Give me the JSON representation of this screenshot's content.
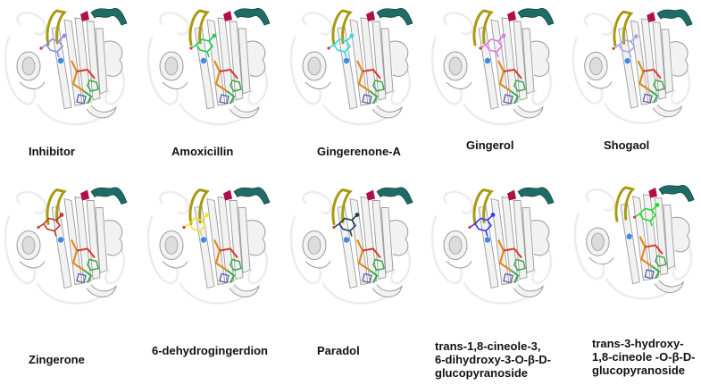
{
  "figure": {
    "panels": [
      {
        "id": "p1",
        "label": "Inhibitor",
        "ligand_color": "#8d8de0"
      },
      {
        "id": "p2",
        "label": "Amoxicillin",
        "ligand_color": "#22cc55"
      },
      {
        "id": "p3",
        "label": "Gingerenone-A",
        "ligand_color": "#37d6e0"
      },
      {
        "id": "p4",
        "label": "Gingerol",
        "ligand_color": "#e07adf"
      },
      {
        "id": "p5",
        "label": "Shogaol",
        "ligand_color": "#a8a0ee"
      },
      {
        "id": "p6",
        "label": "Zingerone",
        "ligand_color": "#c0392b"
      },
      {
        "id": "p7",
        "label": "6-dehydrogingerdion",
        "ligand_color": "#f0e040"
      },
      {
        "id": "p8",
        "label": "Paradol",
        "ligand_color": "#1f3f5a"
      },
      {
        "id": "p9",
        "label": "trans-1,8-cineole-3,\n6-dihydroxy-3-O-β-D-\nglucopyranoside",
        "ligand_color": "#3a3af0"
      },
      {
        "id": "p10",
        "label": "trans-3-hydroxy-\n1,8-cineole -O-β-D-\nglucopyranoside",
        "ligand_color": "#22dd22"
      }
    ],
    "colors": {
      "ribbon": "#f2f2f2",
      "ribbon_edge": "#9a9a9a",
      "helix_teal": "#1f6b66",
      "loop_olive": "#a89a10",
      "tip_magenta": "#b01048",
      "cofactor_orange": "#e08a1a",
      "cofactor_red": "#d83a2a",
      "cofactor_green": "#3aa84a",
      "ion_blue": "#3a8ae8"
    }
  }
}
